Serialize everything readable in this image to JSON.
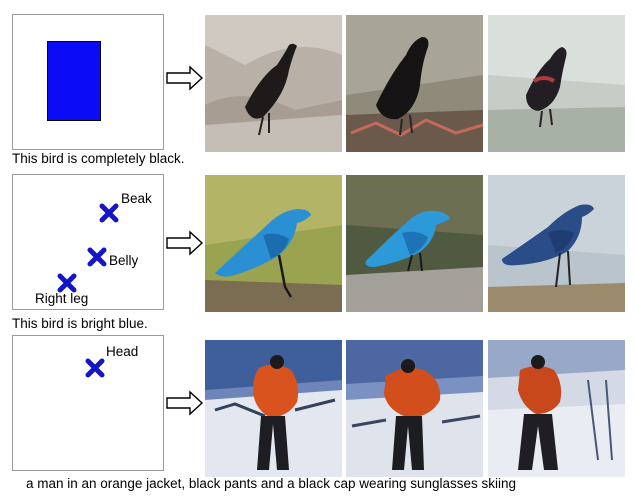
{
  "rows": [
    {
      "caption": "This bird is completely black.",
      "condition": "bounding-box"
    },
    {
      "caption": "This bird is bright blue.",
      "condition": "keypoints",
      "keypoints": [
        "Beak",
        "Belly",
        "Right leg"
      ]
    },
    {
      "caption": "a man in an orange jacket, black pants and a black cap wearing sunglasses skiing",
      "condition": "keypoints",
      "keypoints": [
        "Head"
      ]
    }
  ],
  "colors": {
    "box_fill": "#0b0bf5",
    "keypoint_marker": "#1414c8",
    "arrow_stroke": "#000000"
  },
  "icons": {
    "arrow": "right-arrow-icon",
    "keypoint": "x-marker-icon"
  }
}
